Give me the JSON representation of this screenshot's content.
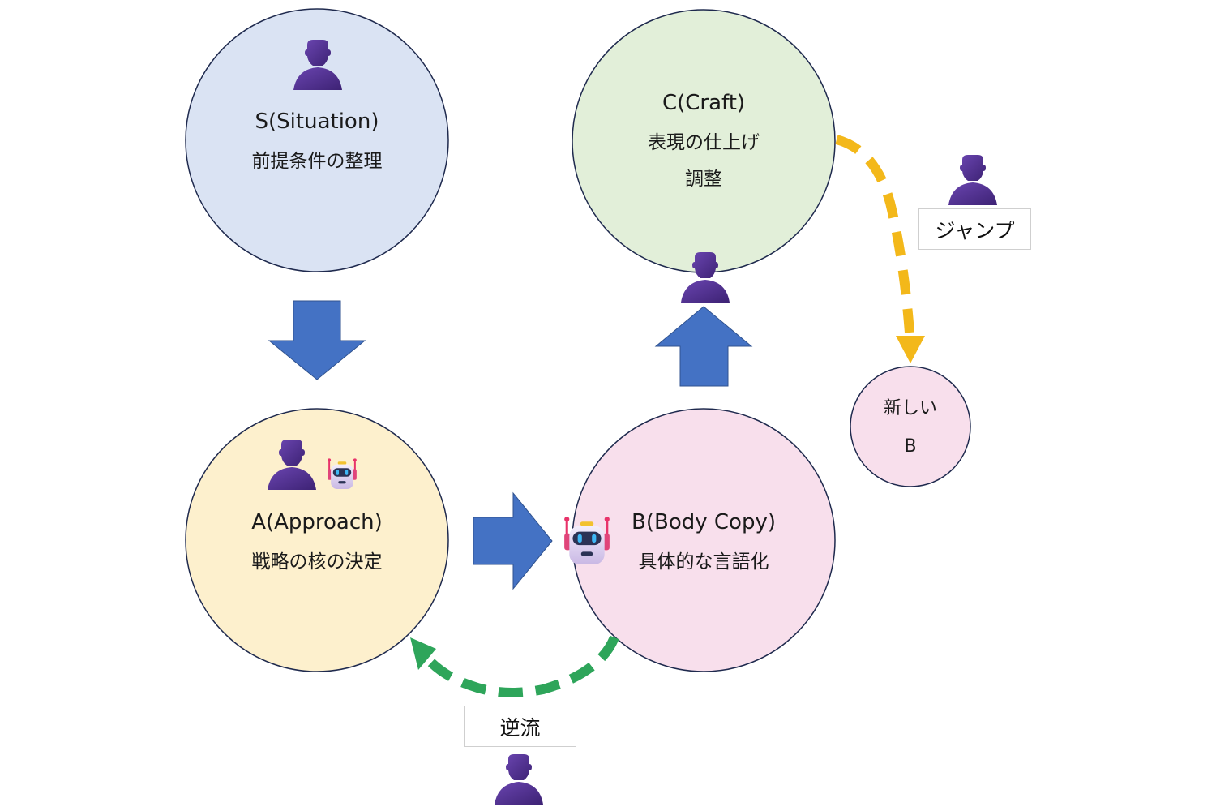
{
  "nodes": {
    "s": {
      "title": "S(Situation)",
      "subtitle": "前提条件の整理",
      "fill": "#dae3f3"
    },
    "a": {
      "title": "A(Approach)",
      "subtitle": "戦略の核の決定",
      "fill": "#fdf0cd"
    },
    "b": {
      "title": "B(Body Copy)",
      "subtitle": "具体的な言語化",
      "fill": "#f8dfec"
    },
    "c": {
      "title": "C(Craft)",
      "subtitle": "表現の仕上げ",
      "subtitle2": "調整",
      "fill": "#e2efd9"
    },
    "newb": {
      "line1": "新しい",
      "line2": "B",
      "fill": "#f8dfec"
    }
  },
  "labels": {
    "jump": "ジャンプ",
    "reverse": "逆流"
  },
  "colors": {
    "block_arrow": "#4472c4",
    "jump_arrow": "#f3b81a",
    "reverse_arrow": "#2ea55a",
    "person": "#4b2c8a",
    "node_outline": "#1f2a4e"
  }
}
